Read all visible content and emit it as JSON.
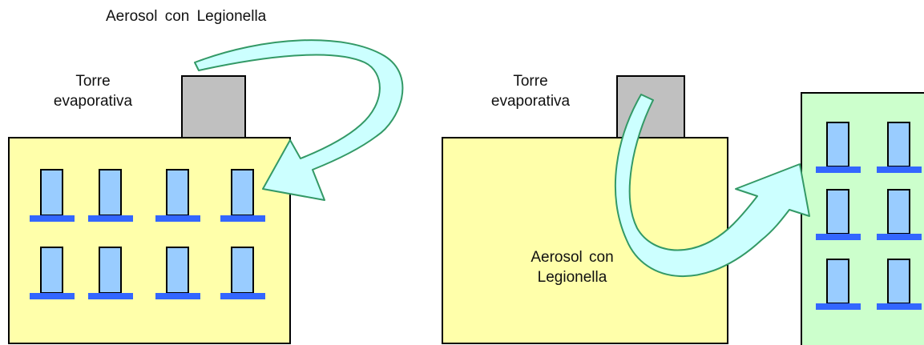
{
  "left_scene": {
    "aerosol_label": "Aerosol  con  Legionella",
    "tower_label": [
      "Torre",
      "evaporativa"
    ],
    "building_color": "#ffffaa",
    "tower_color": "#c0c0c0",
    "window_color": "#99ccff",
    "sill_color": "#3366ff"
  },
  "right_scene": {
    "tower_label": [
      "Torre",
      "evaporativa"
    ],
    "aerosol_label": [
      "Aerosol  con",
      "Legionella"
    ],
    "building_color": "#ffffaa",
    "neighbor_building_color": "#ccffcc",
    "tower_color": "#c0c0c0",
    "window_color": "#99ccff",
    "sill_color": "#3366ff"
  },
  "arrow_color": "#ccffff",
  "arrow_stroke": "#339966"
}
